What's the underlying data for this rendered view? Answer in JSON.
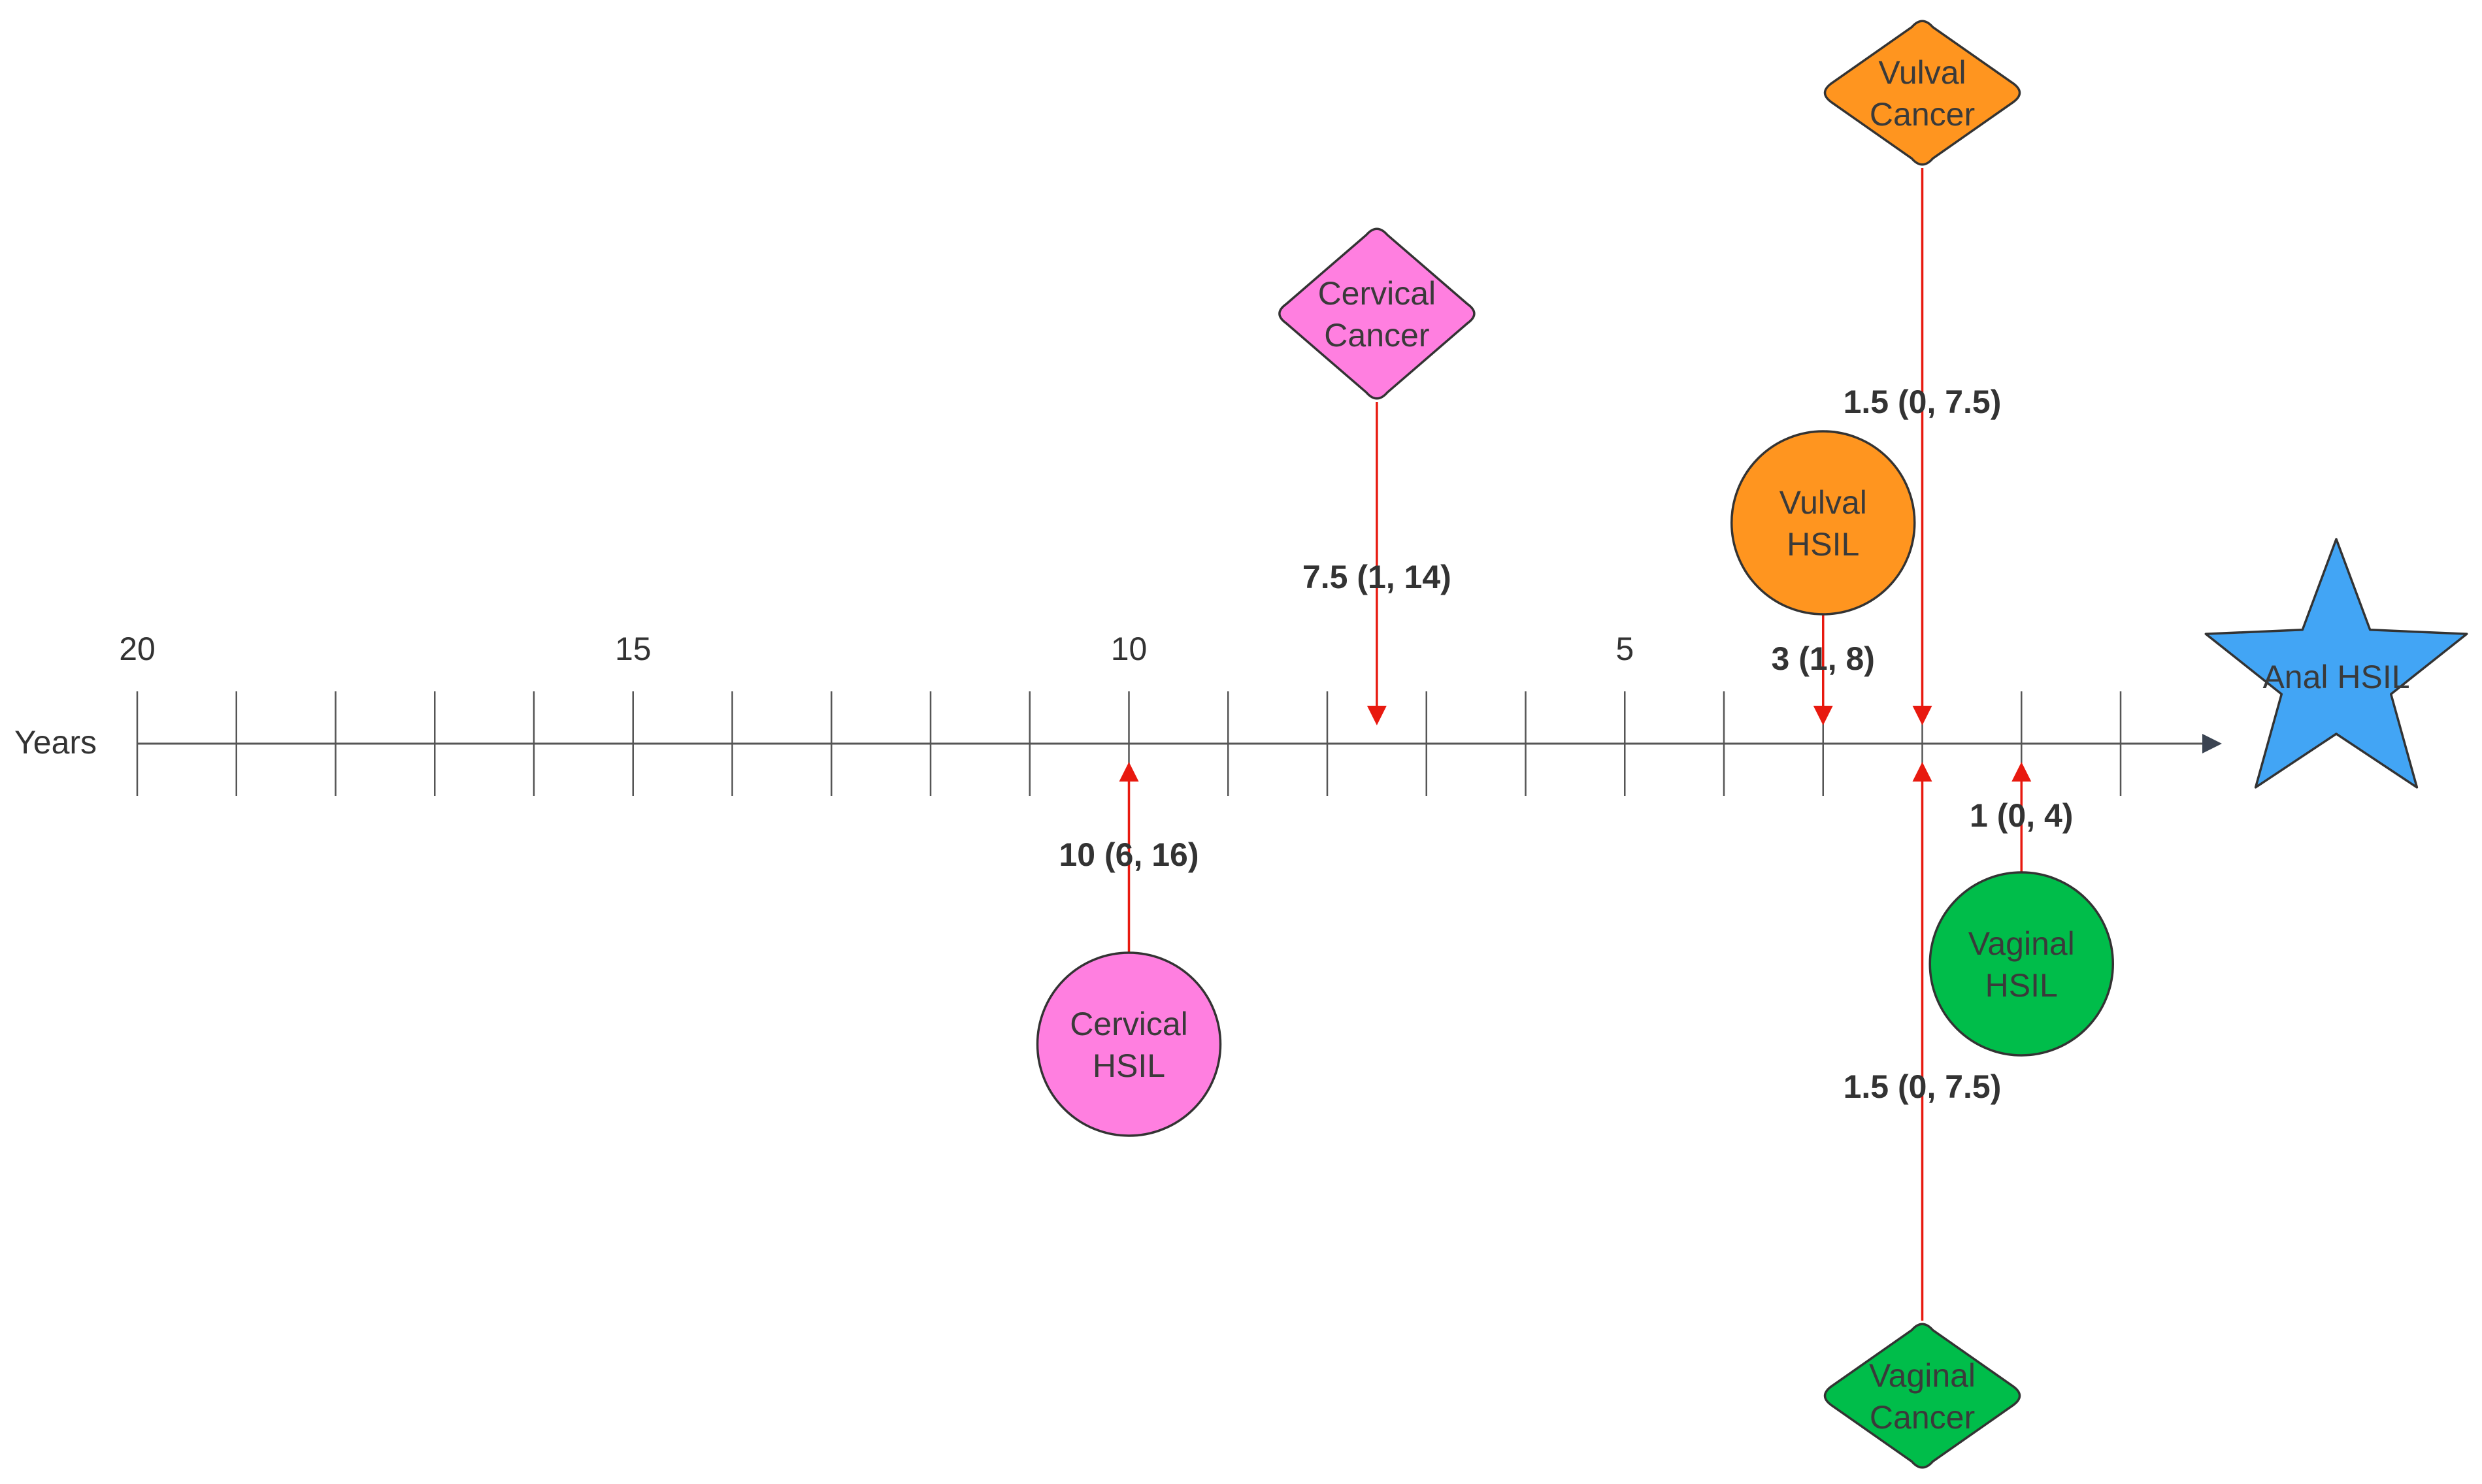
{
  "axis": {
    "title": "Years",
    "min": 0,
    "max": 20,
    "tick_step": 1,
    "reversed": true,
    "tick_labels": [
      "20",
      "15",
      "10",
      "5"
    ],
    "tick_label_values": [
      20,
      15,
      10,
      5
    ]
  },
  "target": {
    "label": "Anal HSIL",
    "color": "#42A5F5",
    "shape": "star"
  },
  "events": [
    {
      "id": "cervical-hsil",
      "lines": [
        "Cervical",
        "HSIL"
      ],
      "shape": "circle",
      "color": "#FF7FE0",
      "position": "below",
      "years": 10,
      "interval": [
        6,
        16
      ],
      "interval_label": "10 (6, 16)"
    },
    {
      "id": "cervical-cancer",
      "lines": [
        "Cervical",
        "Cancer"
      ],
      "shape": "diamond",
      "color": "#FF7FE0",
      "position": "above",
      "years": 7.5,
      "interval": [
        1,
        14
      ],
      "interval_label": "7.5 (1, 14)"
    },
    {
      "id": "vulval-hsil",
      "lines": [
        "Vulval",
        "HSIL"
      ],
      "shape": "circle",
      "color": "#FF951F",
      "position": "above",
      "years": 3,
      "interval": [
        1,
        8
      ],
      "interval_label": "3 (1, 8)"
    },
    {
      "id": "vulval-cancer",
      "lines": [
        "Vulval",
        "Cancer"
      ],
      "shape": "diamond",
      "color": "#FF951F",
      "position": "above",
      "years": 2,
      "interval": [
        0,
        7.5
      ],
      "interval_label": "1.5 (0, 7.5)"
    },
    {
      "id": "vaginal-hsil",
      "lines": [
        "Vaginal",
        "HSIL"
      ],
      "shape": "circle",
      "color": "#00BD4A",
      "position": "below",
      "years": 1,
      "interval": [
        0,
        4
      ],
      "interval_label": "1 (0, 4)"
    },
    {
      "id": "vaginal-cancer",
      "lines": [
        "Vaginal",
        "Cancer"
      ],
      "shape": "diamond",
      "color": "#00BD4A",
      "position": "below",
      "years": 2,
      "interval": [
        0,
        7.5
      ],
      "interval_label": "1.5 (0, 7.5)"
    }
  ],
  "colors": {
    "axis": "#555555",
    "connector": "#E8190F",
    "shape_stroke": "#333333"
  }
}
